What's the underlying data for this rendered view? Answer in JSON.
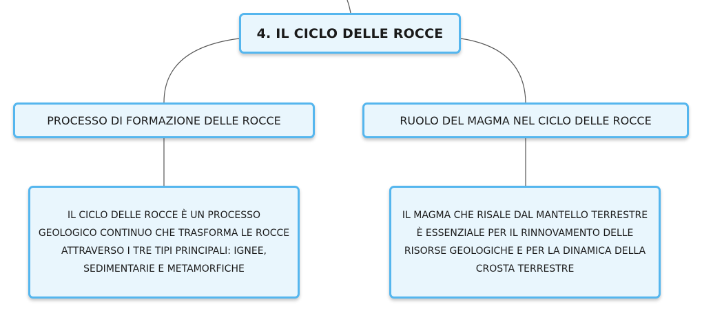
{
  "root": {
    "title": "4. IL CICLO DELLE ROCCE"
  },
  "branches": [
    {
      "topic": "PROCESSO DI FORMAZIONE DELLE ROCCE",
      "detail": "IL CICLO DELLE ROCCE È UN PROCESSO GEOLOGICO CONTINUO CHE TRASFORMA LE ROCCE ATTRAVERSO I TRE TIPI PRINCIPALI: IGNEE, SEDIMENTARIE E METAMORFICHE"
    },
    {
      "topic": "RUOLO DEL MAGMA NEL CICLO DELLE ROCCE",
      "detail": "IL MAGMA CHE RISALE DAL MANTELLO TERRESTRE È ESSENZIALE PER IL RINNOVAMENTO DELLE RISORSE GEOLOGICHE E PER LA DINAMICA DELLA CROSTA TERRESTRE"
    }
  ],
  "colors": {
    "node_fill": "#e9f6fd",
    "node_border": "#55b6ee",
    "connector": "#555555"
  }
}
